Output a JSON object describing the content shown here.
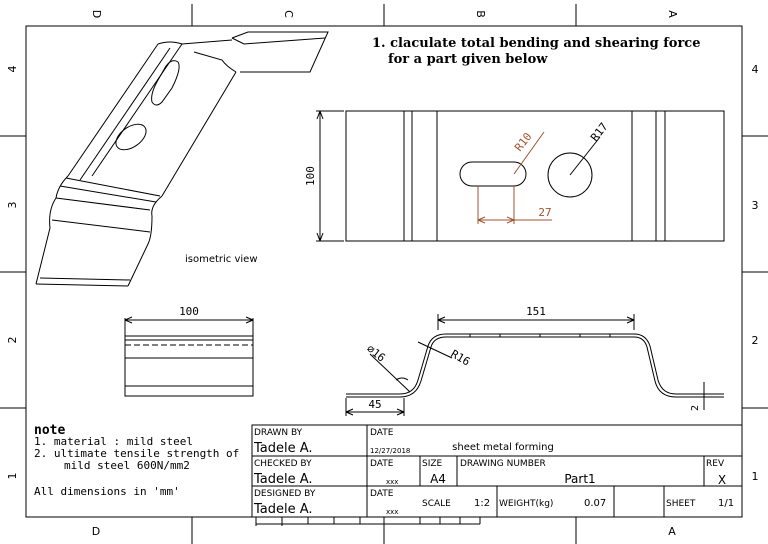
{
  "border": {
    "top_letters": [
      "D",
      "C",
      "B",
      "A"
    ],
    "bottom_letters": [
      "D",
      "A"
    ],
    "side_numbers": [
      "4",
      "3",
      "2",
      "1"
    ]
  },
  "task": {
    "line1": "1. claculate total bending and shearing force",
    "line2": "for a part given below"
  },
  "iso": {
    "label": "isometric view"
  },
  "top_view": {
    "dim_height": "100",
    "dim_r10": "R10",
    "dim_r17": "R17",
    "dim_27": "27"
  },
  "side_view": {
    "dim_width": "100"
  },
  "front_view": {
    "dim_151": "151",
    "dim_dia16": "∅16",
    "dim_r16": "R16",
    "dim_45": "45",
    "dim_2": "2"
  },
  "note": {
    "title": "note",
    "line1": "1. material : mild steel",
    "line2": "2. ultimate tensile strength of",
    "line3": "mild steel 600N/mm2",
    "line4": "All dimensions in 'mm'"
  },
  "title_block": {
    "drawn_by_label": "DRAWN BY",
    "drawn_by": "Tadele A.",
    "date_label_1": "DATE",
    "date_1": "12/27/2018",
    "title": "sheet metal forming",
    "checked_by_label": "CHECKED BY",
    "checked_by": "Tadele A.",
    "date_label_2": "DATE",
    "date_2": "xxx",
    "size_label": "SIZE",
    "size": "A4",
    "drawing_number_label": "DRAWING NUMBER",
    "drawing_number": "Part1",
    "rev_label": "REV",
    "rev": "X",
    "designed_by_label": "DESIGNED BY",
    "designed_by": "Tadele A.",
    "date_label_3": "DATE",
    "date_3": "xxx",
    "scale_label": "SCALE",
    "scale": "1:2",
    "weight_label": "WEIGHT(kg)",
    "weight": "0.07",
    "sheet_label": "SHEET",
    "sheet": "1/1"
  },
  "colors": {
    "line": "#000000",
    "dimension_highlight": "#a0522d"
  }
}
